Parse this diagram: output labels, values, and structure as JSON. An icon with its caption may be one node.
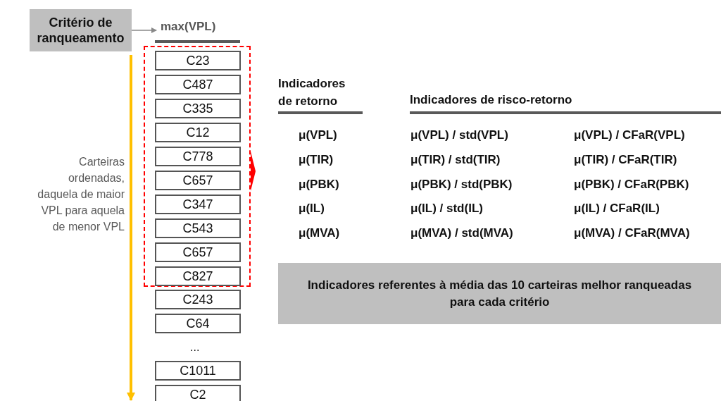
{
  "diagram": {
    "nodes": [
      {
        "text": [
          "Critério de ranqueamento"
        ]
      },
      {
        "text": [
          "max(VPL)"
        ]
      },
      {
        "text": [],
        "shape": "box"
      },
      {
        "text": [
          "C23"
        ],
        "in": 2
      },
      {
        "text": [
          "C487"
        ],
        "in": 2
      },
      {
        "text": [
          "C335"
        ],
        "in": 2
      },
      {
        "text": [
          "C12"
        ],
        "in": 2
      },
      {
        "text": [
          "C778"
        ],
        "in": 2
      },
      {
        "text": [
          "C657"
        ],
        "in": 2
      },
      {
        "text": [
          "C347"
        ],
        "in": 2
      },
      {
        "text": [
          "C543"
        ],
        "in": 2
      },
      {
        "text": [
          "C657"
        ],
        "in": 2
      },
      {
        "text": [
          "C827"
        ],
        "in": 2
      },
      {
        "text": [
          "C243"
        ]
      },
      {
        "text": [
          "C64"
        ]
      },
      {
        "text": [
          "C1011"
        ]
      },
      {
        "text": [
          "C2"
        ]
      },
      {
        "text": [
          "Indicadores referentes à média das 10 carteiras melhor ranqueadas para cada critério"
        ]
      }
    ],
    "edges": [
      {
        "from": 0,
        "to": 1,
        "arrow": "to"
      },
      {
        "from": 2,
        "to": null,
        "arrow": "to",
        "color": "#ff0000"
      }
    ],
    "labels": [
      "Carteiras ordenadas, daquela de maior VPL para aquela de menor VPL",
      "...",
      "Indicadores de retorno",
      "Indicadores de risco-retorno",
      "μ(VPL)",
      "μ(VPL) / std(VPL)",
      "μ(VPL) / CFaR(VPL)",
      "μ(TIR)",
      "μ(TIR) / std(TIR)",
      "μ(TIR) / CFaR(TIR)",
      "μ(PBK)",
      "μ(PBK) / std(PBK)",
      "μ(PBK) / CFaR(PBK)",
      "μ(IL)",
      "μ(IL) / std(IL)",
      "μ(IL) / CFaR(IL)",
      "μ(MVA)",
      "μ(MVA) / std(MVA)",
      "μ(MVA) / CFaR(MVA)"
    ]
  }
}
